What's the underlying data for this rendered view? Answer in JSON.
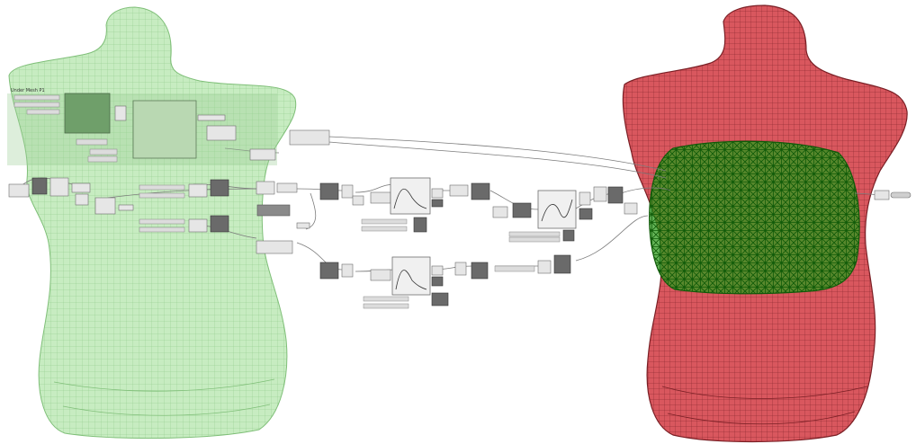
{
  "canvas": {
    "group_label": "Under Mesh P1",
    "colors": {
      "left_mannequin_fill": "#c7ecc1",
      "left_mannequin_stroke": "#7fbf78",
      "right_mannequin_fill": "#d9575e",
      "right_mannequin_stroke": "#7a1f25",
      "lattice_fill": "#2f9a1e",
      "lattice_stroke": "#0f5a08",
      "node_fill": "#e6e6e6",
      "node_stroke": "#6d6d6d",
      "wire": "#7b7b7b",
      "graph_node_fill": "#f0f0f0",
      "slider_fill": "#dcdcdc",
      "dark_node_fill": "#6a6a6a"
    }
  },
  "nodes": [
    {
      "id": "n_group_a",
      "icon": "component-icon"
    },
    {
      "id": "n_group_b",
      "icon": "component-icon"
    },
    {
      "id": "n_mid_1",
      "icon": "component-icon"
    },
    {
      "id": "n_mid_2",
      "icon": "component-icon"
    },
    {
      "id": "n_mid_3",
      "icon": "component-icon"
    },
    {
      "id": "n_graph_1",
      "icon": "graph-mapper-icon"
    },
    {
      "id": "n_graph_2",
      "icon": "graph-mapper-icon"
    },
    {
      "id": "n_graph_3",
      "icon": "graph-mapper-icon"
    },
    {
      "id": "n_output",
      "icon": "component-icon"
    }
  ]
}
